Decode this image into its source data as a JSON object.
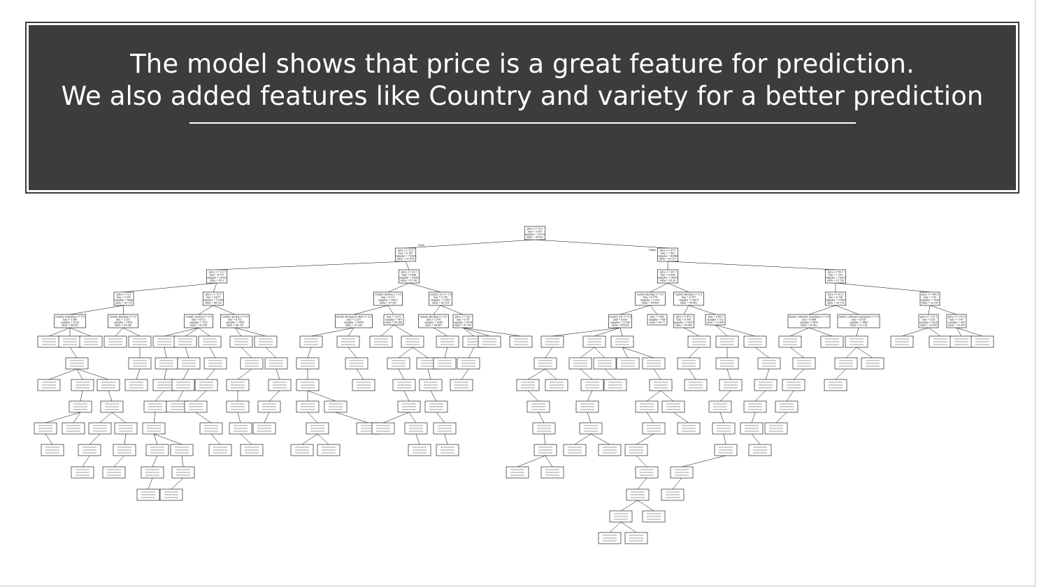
{
  "slide": {
    "title_line_1": "The model shows that price is a great feature for prediction.",
    "title_line_2": "We also added features like Country and variety for a better prediction"
  },
  "tree": {
    "root": {
      "lines": [
        "price <= 29.5",
        "mse = 9.307",
        "samples = 90716",
        "value = 88.422"
      ],
      "edge_true": "True",
      "edge_false": "False"
    },
    "level1": [
      {
        "lines": [
          "price <= 19.5",
          "mse = 6.158",
          "samples = 73000",
          "value = 87.474"
        ]
      },
      {
        "lines": [
          "price <= 47.5",
          "mse = 7.502",
          "samples = 43066",
          "value = 90.127"
        ]
      }
    ],
    "level2": [
      {
        "lines": [
          "price <= 11.5",
          "mse = 4.717",
          "samples = 20052",
          "value = 85.9"
        ]
      },
      {
        "lines": [
          "price <= 20.5",
          "mse = 5.666",
          "samples = 53042",
          "value = 87.742"
        ]
      },
      {
        "lines": [
          "price <= 30.5",
          "mse = 6.896",
          "samples = 28875",
          "value = 89.26"
        ]
      },
      {
        "lines": [
          "price <= 80.5",
          "mse = 7.192",
          "samples = 15091",
          "value = 91.128"
        ]
      }
    ],
    "level3": [
      {
        "lines": [
          "price <= 8.5",
          "mse = 3.305",
          "samples = 6666",
          "value = 85.113"
        ]
      },
      {
        "lines": [
          "price <= 13.5",
          "mse = 4.677",
          "samples = 11986",
          "value = 86.292"
        ]
      },
      {
        "lines": [
          "country_Austria <= 0.5",
          "mse = 5.311",
          "samples = 26537",
          "value = 87.367"
        ]
      },
      {
        "lines": [
          "country_US <= 0.5",
          "mse = 6.139",
          "samples = 12479",
          "value = 88.124"
        ]
      },
      {
        "lines": [
          "variety_Riesling <= 0.5",
          "mse = 6.774",
          "samples = 12392",
          "value = 88.806"
        ]
      },
      {
        "lines": [
          "variety_Riesling <= 0.5",
          "mse = 6.757",
          "samples = 10679",
          "value = 89.682"
        ]
      },
      {
        "lines": [
          "price <= 61.5",
          "mse = 6.756",
          "samples = 11899",
          "value = 90.713"
        ]
      },
      {
        "lines": [
          "price <= 160.5",
          "mse = 7.63",
          "samples = 7626",
          "value = 92.535"
        ]
      }
    ],
    "level4": [
      {
        "lines": [
          "country_Argentina <= 0.5",
          "mse = 3.568",
          "samples = 5199",
          "value = 84.993"
        ]
      },
      {
        "lines": [
          "variety_Riesling <= 0.5",
          "mse = 3.331",
          "samples = 1476",
          "value = 85.248"
        ]
      },
      {
        "lines": [
          "country_Austria <= 0.5",
          "mse = 4.512",
          "samples = 7952",
          "value = 85.938"
        ]
      },
      {
        "lines": [
          "country_Austria <= 0.5",
          "mse = 4.752",
          "samples = 7434",
          "value = 86.793"
        ]
      },
      {
        "lines": [
          "variety_Portuguese Red <= 0.5",
          "mse = 5.207",
          "samples = 16438",
          "value = 87.269"
        ]
      },
      {
        "lines": [
          "mse = 3.871",
          "samples = 467",
          "value = 89.966"
        ]
      },
      {
        "lines": [
          "variety_Riesling <= 0.5",
          "mse = 5.374",
          "samples = 8268",
          "value = 88.467"
        ]
      },
      {
        "lines": [
          "price <= 24.5",
          "mse = 6.78",
          "samples = 4074",
          "value = 87.763"
        ]
      },
      {
        "lines": [
          "country_US <= 0.5",
          "mse = 6.639",
          "samples = 11300",
          "value = 88.624"
        ]
      },
      {
        "lines": [
          "mse = 7.492",
          "samples = 890",
          "value = 90.71"
        ]
      },
      {
        "lines": [
          "price <= 41.5",
          "mse = 6.706",
          "samples = 10187",
          "value = 89.465"
        ]
      },
      {
        "lines": [
          "mse = 6.491",
          "samples = 532",
          "value = 91.606"
        ]
      },
      {
        "lines": [
          "variety_Cabernet Sauvignon <= 0.5",
          "mse = 6.466",
          "samples = 6476",
          "value = 90.402"
        ]
      },
      {
        "lines": [
          "variety_Cabernet Sauvignon <= 0.5",
          "mse = 6.019",
          "samples = 5469",
          "value = 91.114"
        ]
      },
      {
        "lines": [
          "price <= 112.5",
          "mse = 6.36",
          "samples = 4226",
          "value = 91.999"
        ]
      },
      {
        "lines": [
          "price <= 270.5",
          "mse = 7.097",
          "samples = 890",
          "value = 93.063"
        ]
      }
    ]
  }
}
